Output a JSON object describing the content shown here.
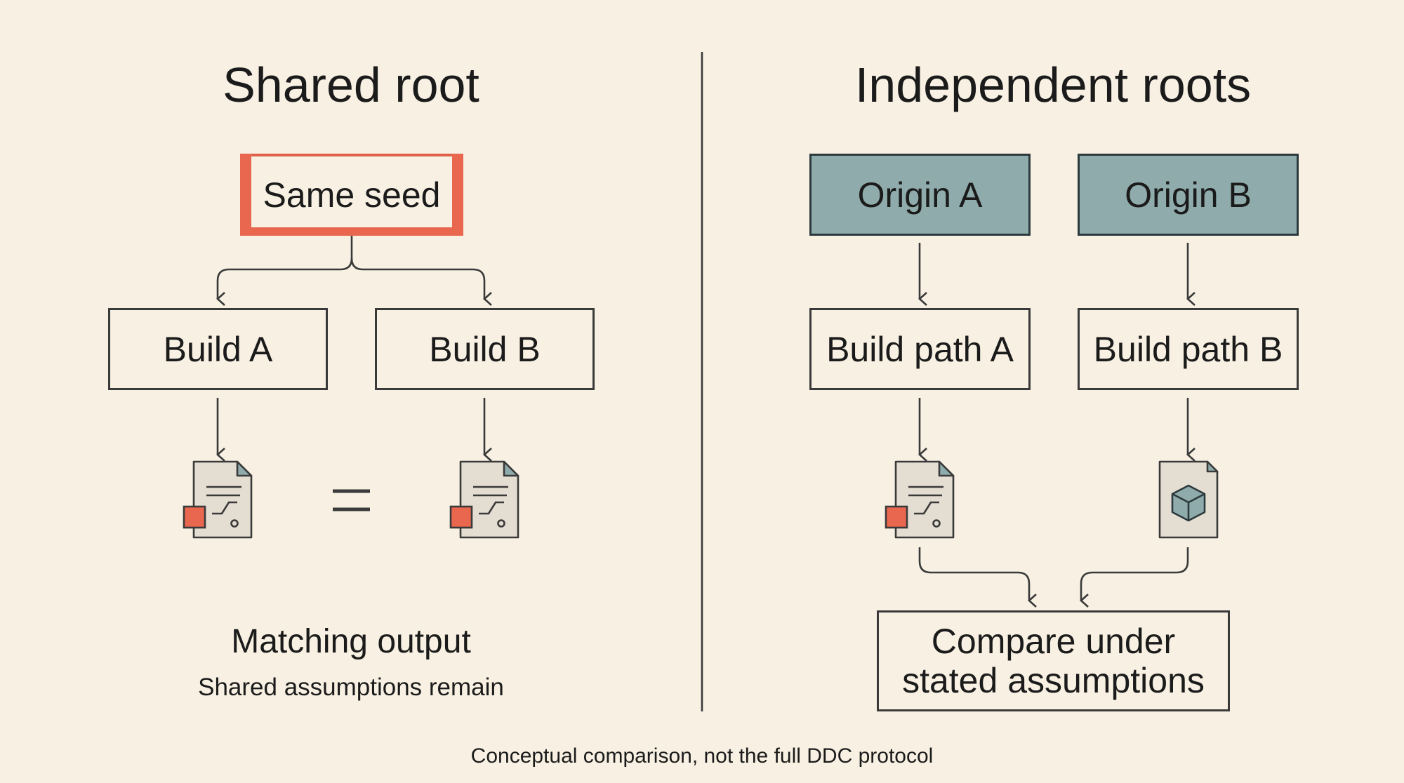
{
  "left": {
    "title": "Shared root",
    "seed": "Same seed",
    "build_a": "Build A",
    "build_b": "Build B",
    "equals": "=",
    "result_title": "Matching output",
    "result_sub": "Shared assumptions remain"
  },
  "right": {
    "title": "Independent roots",
    "origin_a": "Origin A",
    "origin_b": "Origin B",
    "path_a": "Build path A",
    "path_b": "Build path B",
    "compare_line1": "Compare under",
    "compare_line2": "stated assumptions"
  },
  "footer": "Conceptual comparison, not the full DDC protocol",
  "colors": {
    "background": "#f8f1e3",
    "accent_red": "#e8674e",
    "origin_teal": "#8fabab",
    "line": "#3a3a3a"
  },
  "icons": [
    "document-icon",
    "cube-icon"
  ]
}
